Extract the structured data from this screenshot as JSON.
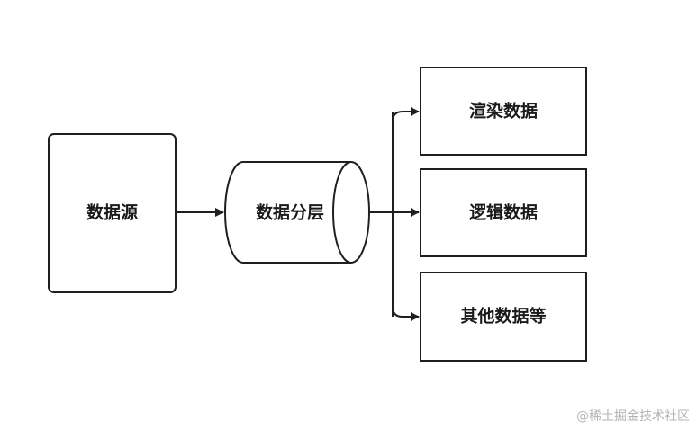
{
  "nodes": {
    "source": {
      "label": "数据源",
      "shape": "rounded-rectangle"
    },
    "layer": {
      "label": "数据分层",
      "shape": "cylinder"
    },
    "render": {
      "label": "渲染数据",
      "shape": "rectangle"
    },
    "logic": {
      "label": "逻辑数据",
      "shape": "rectangle"
    },
    "other": {
      "label": "其他数据等",
      "shape": "rectangle"
    }
  },
  "edges": [
    {
      "from": "source",
      "to": "layer"
    },
    {
      "from": "layer",
      "to": "render"
    },
    {
      "from": "layer",
      "to": "logic"
    },
    {
      "from": "layer",
      "to": "other"
    }
  ],
  "watermark": "@稀土掘金技术社区",
  "colors": {
    "stroke": "#1f1f1f",
    "fill": "#ffffff",
    "text": "#1a1a1a",
    "watermark": "#b3b3b3"
  }
}
